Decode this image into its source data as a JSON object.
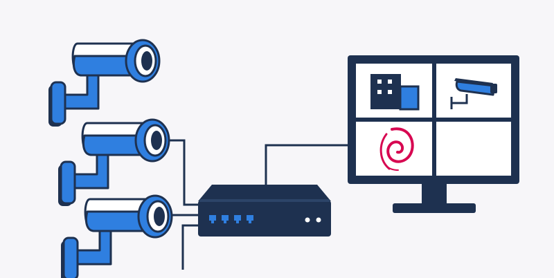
{
  "diagram": {
    "nodes": [
      {
        "id": "camera-1",
        "type": "cctv-camera",
        "icon": "security-camera-icon"
      },
      {
        "id": "camera-2",
        "type": "cctv-camera",
        "icon": "security-camera-icon"
      },
      {
        "id": "camera-3",
        "type": "cctv-camera",
        "icon": "security-camera-icon"
      },
      {
        "id": "nvr",
        "type": "network-video-recorder",
        "icon": "nvr-box-icon",
        "ports": 4,
        "leds": 2
      },
      {
        "id": "monitor",
        "type": "monitor",
        "icon": "monitor-icon",
        "panes": [
          {
            "icon": "building-icon"
          },
          {
            "icon": "security-camera-icon"
          },
          {
            "icon": "debian-logo-icon"
          },
          {
            "icon": "empty-pane"
          }
        ]
      }
    ],
    "edges": [
      {
        "from": "camera-2",
        "to": "nvr"
      },
      {
        "from": "camera-3",
        "to": "nvr"
      },
      {
        "from": "nvr",
        "to": "monitor"
      }
    ]
  },
  "colors": {
    "background": "#f7f6f9",
    "navy": "#1e3150",
    "camera_blue": "#2f7fe0",
    "camera_white": "#ffffff",
    "screen_white": "#ffffff",
    "building_dark": "#1e3150",
    "building_light": "#2f7fe0",
    "debian_red": "#d70751",
    "port_blue": "#2f7fe0"
  }
}
